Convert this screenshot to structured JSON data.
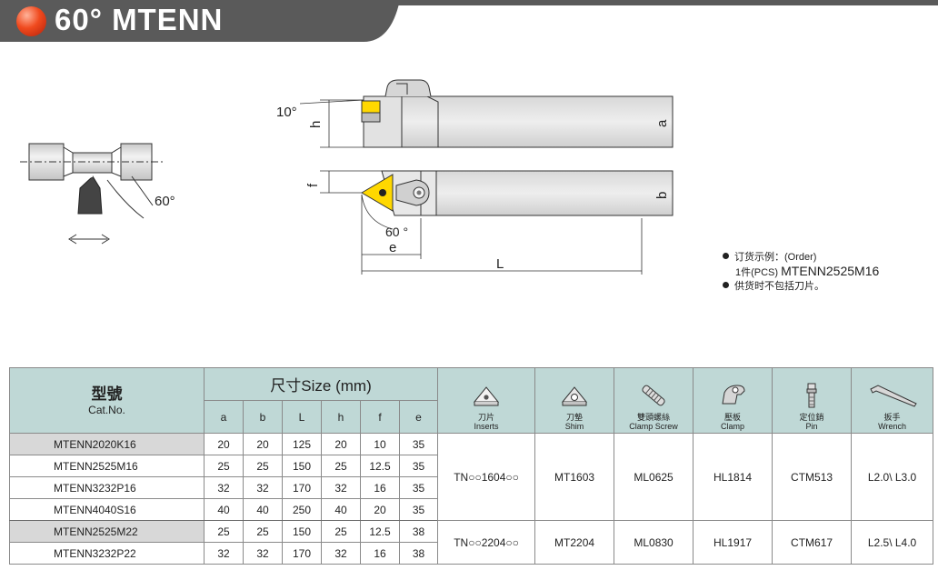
{
  "header": {
    "title": "60° MTENN"
  },
  "drawing_labels": {
    "angle_side_view": "60°",
    "angle_top": "10°",
    "dim_h": "h",
    "dim_a": "a",
    "dim_f": "f",
    "dim_b": "b",
    "angle_bottom": "60 °",
    "dim_e": "e",
    "dim_L": "L"
  },
  "order_notes": {
    "line1": "订货示例：(Order)",
    "line2_qty": "1件(PCS)",
    "line2_code": "MTENN2525M16",
    "line3": "供货时不包括刀片。"
  },
  "table": {
    "model_header_cn": "型號",
    "model_header_en": "Cat.No.",
    "size_header": "尺寸Size (mm)",
    "size_columns": [
      "a",
      "b",
      "L",
      "h",
      "f",
      "e"
    ],
    "parts": [
      {
        "cn": "刀片",
        "en": "Inserts",
        "icon": "insert-icon"
      },
      {
        "cn": "刀墊",
        "en": "Shim",
        "icon": "shim-icon"
      },
      {
        "cn": "雙頭螺絲",
        "en": "Clamp Screw",
        "icon": "screw-icon"
      },
      {
        "cn": "壓板",
        "en": "Clamp",
        "icon": "clamp-icon"
      },
      {
        "cn": "定位銷",
        "en": "Pin",
        "icon": "pin-icon"
      },
      {
        "cn": "扳手",
        "en": "Wrench",
        "icon": "wrench-icon"
      }
    ],
    "rows": [
      {
        "model": "MTENN2020K16",
        "a": "20",
        "b": "20",
        "L": "125",
        "h": "20",
        "f": "10",
        "e": "35"
      },
      {
        "model": "MTENN2525M16",
        "a": "25",
        "b": "25",
        "L": "150",
        "h": "25",
        "f": "12.5",
        "e": "35"
      },
      {
        "model": "MTENN3232P16",
        "a": "32",
        "b": "32",
        "L": "170",
        "h": "32",
        "f": "16",
        "e": "35"
      },
      {
        "model": "MTENN4040S16",
        "a": "40",
        "b": "40",
        "L": "250",
        "h": "40",
        "f": "20",
        "e": "35"
      },
      {
        "model": "MTENN2525M22",
        "a": "25",
        "b": "25",
        "L": "150",
        "h": "25",
        "f": "12.5",
        "e": "38"
      },
      {
        "model": "MTENN3232P22",
        "a": "32",
        "b": "32",
        "L": "170",
        "h": "32",
        "f": "16",
        "e": "38"
      }
    ],
    "groups": [
      {
        "insert": "TN○○1604○○",
        "shim": "MT1603",
        "screw": "ML0625",
        "clamp": "HL1814",
        "pin": "CTM513",
        "wrench": "L2.0\\ L3.0"
      },
      {
        "insert": "TN○○2204○○",
        "shim": "MT2204",
        "screw": "ML0830",
        "clamp": "HL1917",
        "pin": "CTM617",
        "wrench": "L2.5\\ L4.0"
      }
    ]
  }
}
